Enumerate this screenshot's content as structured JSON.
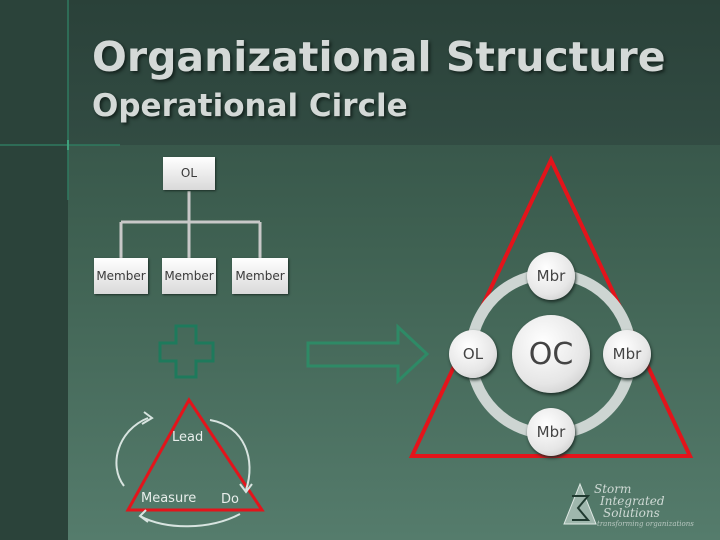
{
  "title": "Organizational Structure",
  "subtitle": "Operational Circle",
  "org_chart": {
    "top": "OL",
    "members": [
      "Member",
      "Member",
      "Member"
    ]
  },
  "cycle": {
    "top": "Lead",
    "left": "Measure",
    "right": "Do"
  },
  "circle_diagram": {
    "center": "OC",
    "top": "Mbr",
    "left": "OL",
    "right": "Mbr",
    "bottom": "Mbr"
  },
  "logo": {
    "line1": "Storm",
    "line2": "Integrated",
    "line3": "Solutions",
    "tagline": "transforming organizations"
  },
  "colors": {
    "background": "#3f6152",
    "triangle": "#e3141b",
    "plus": "#1e7a5c",
    "arrow": "#2e8a66"
  }
}
